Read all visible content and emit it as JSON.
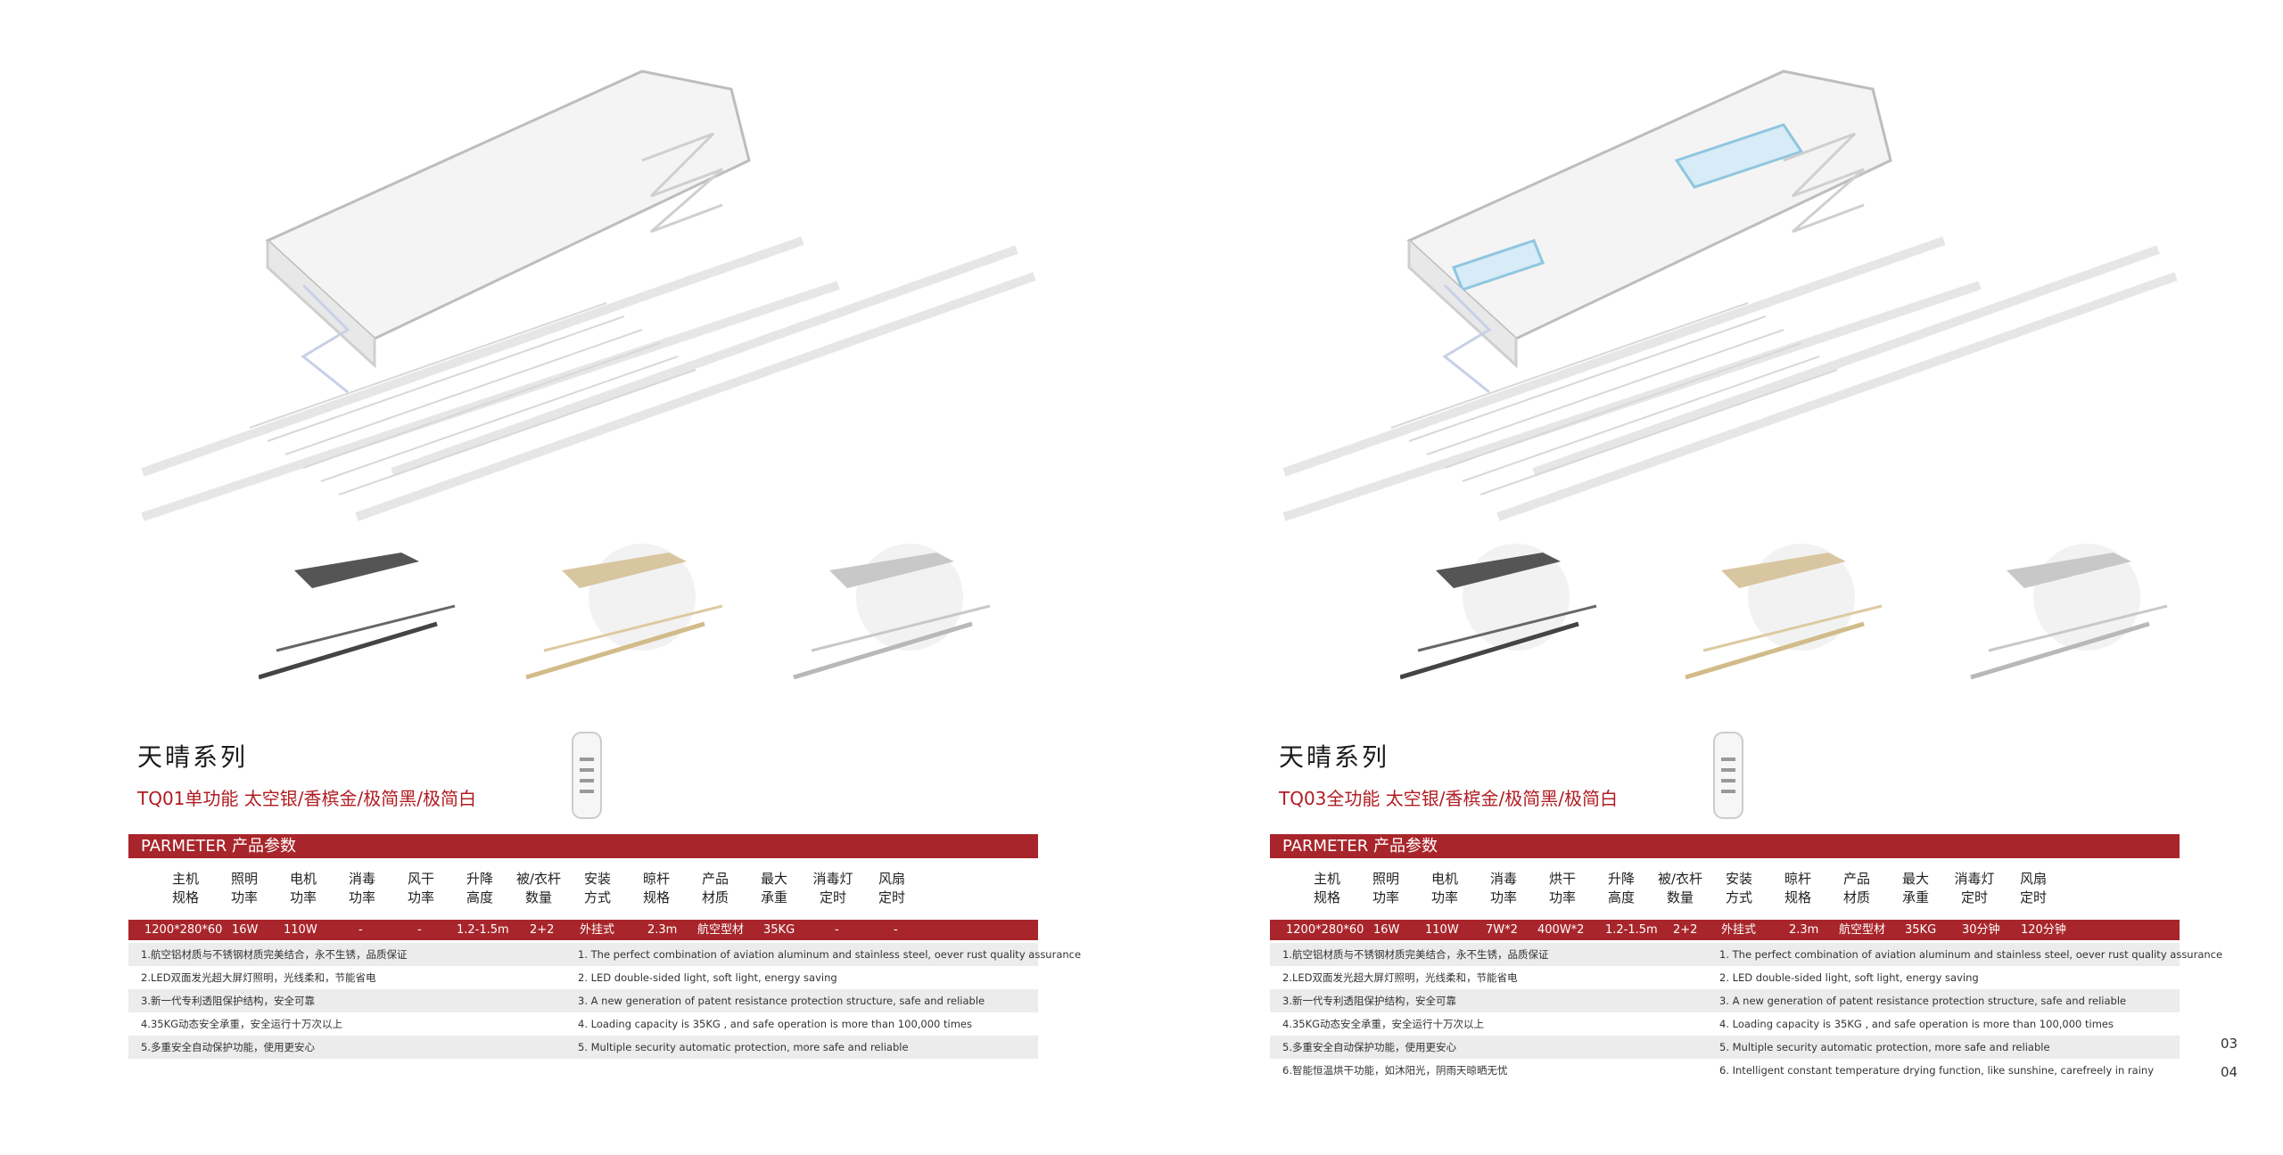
{
  "page_numbers": [
    "03",
    "04"
  ],
  "remote_icon": "remote-control-icon",
  "hero_icon": "clothes-drying-rack-illustration",
  "panels": [
    {
      "series_title": "天晴系列",
      "model_line": "TQ01单功能  太空银/香槟金/极简黑/极简白",
      "param_bar": "PARMETER 产品参数",
      "headers": [
        [
          "主机",
          "规格"
        ],
        [
          "照明",
          "功率"
        ],
        [
          "电机",
          "功率"
        ],
        [
          "消毒",
          "功率"
        ],
        [
          "风干",
          "功率"
        ],
        [
          "升降",
          "高度"
        ],
        [
          "被/衣杆",
          "数量"
        ],
        [
          "安装",
          "方式"
        ],
        [
          "晾杆",
          "规格"
        ],
        [
          "产品",
          "材质"
        ],
        [
          "最大",
          "承重"
        ],
        [
          "消毒灯",
          "定时"
        ],
        [
          "风扇",
          "定时"
        ]
      ],
      "values": [
        "1200*280*60",
        "16W",
        "110W",
        "-",
        "-",
        "1.2-1.5m",
        "2+2",
        "外挂式",
        "2.3m",
        "航空型材",
        "35KG",
        "-",
        "-"
      ],
      "features": [
        {
          "zh": "1.航空铝材质与不锈钢材质完美结合，永不生锈，品质保证",
          "en": "1. The perfect combination of aviation aluminum and stainless steel, oever rust quality assurance"
        },
        {
          "zh": "2.LED双面发光超大屏灯照明，光线柔和，节能省电",
          "en": "2. LED double-sided light, soft light, energy saving"
        },
        {
          "zh": "3.新一代专利透阻保护结构，安全可靠",
          "en": "3. A new generation of patent resistance protection structure, safe and reliable"
        },
        {
          "zh": "4.35KG动态安全承重，安全运行十万次以上",
          "en": "4. Loading capacity is 35KG , and safe operation is more than 100,000 times"
        },
        {
          "zh": "5.多重安全自动保护功能，使用更安心",
          "en": "5. Multiple security automatic protection, more safe and reliable"
        }
      ]
    },
    {
      "series_title": "天晴系列",
      "model_line": "TQ03全功能  太空银/香槟金/极简黑/极简白",
      "param_bar": "PARMETER 产品参数",
      "headers": [
        [
          "主机",
          "规格"
        ],
        [
          "照明",
          "功率"
        ],
        [
          "电机",
          "功率"
        ],
        [
          "消毒",
          "功率"
        ],
        [
          "烘干",
          "功率"
        ],
        [
          "升降",
          "高度"
        ],
        [
          "被/衣杆",
          "数量"
        ],
        [
          "安装",
          "方式"
        ],
        [
          "晾杆",
          "规格"
        ],
        [
          "产品",
          "材质"
        ],
        [
          "最大",
          "承重"
        ],
        [
          "消毒灯",
          "定时"
        ],
        [
          "风扇",
          "定时"
        ]
      ],
      "values": [
        "1200*280*60",
        "16W",
        "110W",
        "7W*2",
        "400W*2",
        "1.2-1.5m",
        "2+2",
        "外挂式",
        "2.3m",
        "航空型材",
        "35KG",
        "30分钟",
        "120分钟"
      ],
      "features": [
        {
          "zh": "1.航空铝材质与不锈钢材质完美结合，永不生锈，品质保证",
          "en": "1. The perfect combination of aviation aluminum and stainless steel, oever rust quality assurance"
        },
        {
          "zh": "2.LED双面发光超大屏灯照明，光线柔和，节能省电",
          "en": "2. LED double-sided light, soft light, energy saving"
        },
        {
          "zh": "3.新一代专利透阻保护结构，安全可靠",
          "en": "3. A new generation of patent resistance protection structure, safe and reliable"
        },
        {
          "zh": "4.35KG动态安全承重，安全运行十万次以上",
          "en": "4. Loading capacity is 35KG , and safe operation is more than 100,000 times"
        },
        {
          "zh": "5.多重安全自动保护功能，使用更安心",
          "en": "5. Multiple security automatic protection, more safe and reliable"
        },
        {
          "zh": "6.智能恒温烘干功能，如沐阳光，阴雨天晾晒无忧",
          "en": "6. Intelligent constant temperature drying function, like sunshine, carefreely in rainy"
        }
      ]
    }
  ]
}
